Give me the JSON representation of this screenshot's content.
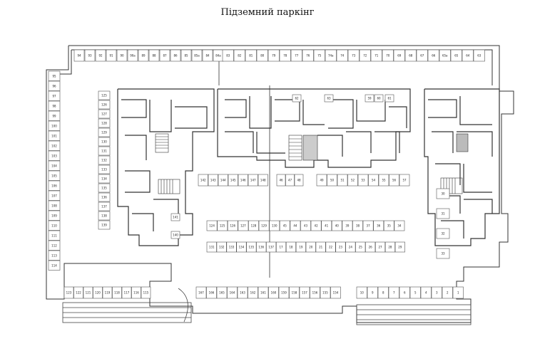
{
  "title": "Підземний паркінг",
  "parking_spaces": {
    "top_row": [
      "94",
      "93",
      "92",
      "91",
      "90",
      "90a",
      "89",
      "88",
      "87",
      "86",
      "85",
      "85a",
      "84",
      "84a",
      "83",
      "82",
      "81",
      "80",
      "79",
      "78",
      "77",
      "76",
      "75",
      "74a",
      "74",
      "73",
      "72",
      "71",
      "70",
      "69",
      "68",
      "67",
      "66",
      "65a",
      "65",
      "64",
      "63"
    ],
    "left_column": [
      "95",
      "96",
      "97",
      "98",
      "99",
      "100",
      "101",
      "102",
      "103",
      "104",
      "105",
      "106",
      "107",
      "108",
      "109",
      "110",
      "111",
      "112",
      "113",
      "114"
    ],
    "bottom_left_row": [
      "123",
      "122",
      "121",
      "120",
      "119",
      "118",
      "117",
      "116",
      "115"
    ],
    "bottom_mid_row": [
      "167",
      "166",
      "165",
      "164",
      "163",
      "162",
      "161",
      "160",
      "159",
      "158",
      "157",
      "156",
      "155",
      "154"
    ],
    "bottom_right_row": [
      "10",
      "9",
      "8",
      "7",
      "6",
      "5",
      "4",
      "3",
      "2",
      "1"
    ],
    "mid_row_left": [
      "142",
      "143",
      "144",
      "145",
      "146",
      "147",
      "148"
    ],
    "mid_row_center": [
      "46",
      "47",
      "48"
    ],
    "mid_row_right": [
      "49",
      "50",
      "51",
      "52",
      "53",
      "54",
      "55",
      "56",
      "57"
    ],
    "lower_block_top": [
      "124",
      "125",
      "126",
      "127",
      "128",
      "129",
      "130",
      "45",
      "44",
      "43",
      "42",
      "41",
      "40",
      "39",
      "38",
      "37",
      "36",
      "35",
      "34"
    ],
    "lower_block_bottom": [
      "131",
      "132",
      "133",
      "134",
      "135",
      "136",
      "137",
      "17",
      "18",
      "19",
      "20",
      "21",
      "22",
      "23",
      "24",
      "25",
      "26",
      "27",
      "28",
      "29"
    ],
    "left_inner_column": [
      "125",
      "126",
      "127",
      "128",
      "129",
      "130",
      "131",
      "132",
      "133",
      "134",
      "135",
      "136",
      "137",
      "138",
      "139"
    ],
    "right_tower": [
      "30",
      "31",
      "32",
      "33"
    ],
    "core_labels": [
      "59",
      "60",
      "61",
      "62",
      "63",
      "140",
      "141"
    ]
  }
}
